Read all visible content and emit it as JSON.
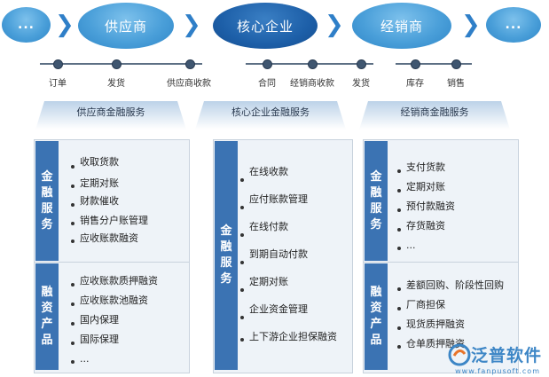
{
  "chain": {
    "start": "...",
    "supplier": "供应商",
    "core": "核心企业",
    "distributor": "经销商",
    "end": "..."
  },
  "timeline": {
    "labels": [
      "订单",
      "发货",
      "供应商收款",
      "合同",
      "经销商收款",
      "发货",
      "库存",
      "销售"
    ]
  },
  "services": {
    "supplier": "供应商金融服务",
    "core": "核心企业金融服务",
    "distributor": "经销商金融服务"
  },
  "columns": {
    "left": {
      "top_label": [
        "金",
        "融",
        "服",
        "务"
      ],
      "top_items": [
        "收取货款",
        "定期对账",
        "财款催收",
        "销售分户账管理",
        "应收账款融资"
      ],
      "bottom_label": [
        "融",
        "资",
        "产",
        "品"
      ],
      "bottom_items": [
        "应收账款质押融资",
        "应收账款池融资",
        "国内保理",
        "国际保理",
        "..."
      ]
    },
    "middle": {
      "label": [
        "金",
        "融",
        "服",
        "务"
      ],
      "items": [
        "在线收款",
        "应付账款管理",
        "在线付款",
        "到期自动付款",
        "定期对账",
        "企业资金管理",
        "上下游企业担保融资"
      ]
    },
    "right": {
      "top_label": [
        "金",
        "融",
        "服",
        "务"
      ],
      "top_items": [
        "支付货款",
        "定期对账",
        "预付款融资",
        "存货融资",
        "..."
      ],
      "bottom_label": [
        "融",
        "资",
        "产",
        "品"
      ],
      "bottom_items": [
        "差额回购、阶段性回购",
        "厂商担保",
        "现货质押融资",
        "仓单质押融资"
      ]
    }
  },
  "watermark": {
    "name": "泛普软件",
    "url": "www.fanpusoft.com"
  },
  "colors": {
    "ellipse_blue": "#4a9fd9",
    "core_blue": "#1d5fa8",
    "label_blue": "#3b73b3",
    "box_bg": "#eef3f8"
  }
}
